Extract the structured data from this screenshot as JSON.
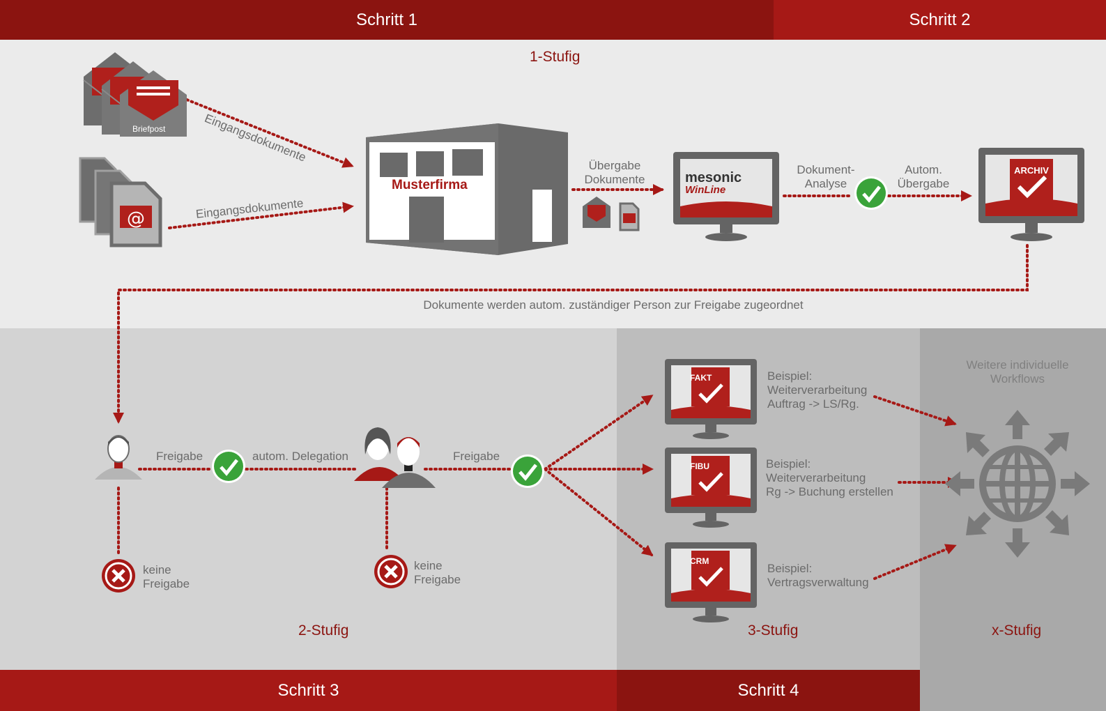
{
  "header": {
    "step1": "Schritt 1",
    "step2": "Schritt 2"
  },
  "footer": {
    "step3": "Schritt 3",
    "step4": "Schritt 4"
  },
  "stages": {
    "s1": "1-Stufig",
    "s2": "2-Stufig",
    "s3": "3-Stufig",
    "sx": "x-Stufig"
  },
  "top": {
    "briefpost": "Briefpost",
    "eingang1": "Eingangsdokumente",
    "eingang2": "Eingangsdokumente",
    "company": "Musterfirma",
    "uebergabe_l1": "Übergabe",
    "uebergabe_l2": "Dokumente",
    "mesonic": "mesonic",
    "winline": "WinLine",
    "analyse_l1": "Dokument-",
    "analyse_l2": "Analyse",
    "autom_l1": "Autom.",
    "autom_l2": "Übergabe",
    "archiv": "ARCHIV",
    "assign_text": "Dokumente werden autom. zuständiger Person zur Freigabe zugeordnet"
  },
  "flow": {
    "freigabe1": "Freigabe",
    "delegation": "autom. Delegation",
    "freigabe2": "Freigabe",
    "keine1_l1": "keine",
    "keine1_l2": "Freigabe",
    "keine2_l1": "keine",
    "keine2_l2": "Freigabe"
  },
  "targets": [
    {
      "badge": "FAKT",
      "l1": "Beispiel:",
      "l2": "Weiterverarbeitung",
      "l3": "Auftrag -> LS/Rg."
    },
    {
      "badge": "FIBU",
      "l1": "Beispiel:",
      "l2": "Weiterverarbeitung",
      "l3": "Rg -> Buchung erstellen"
    },
    {
      "badge": "CRM",
      "l1": "Beispiel:",
      "l2": "Vertragsverwaltung",
      "l3": ""
    }
  ],
  "further": {
    "l1": "Weitere individuelle",
    "l2": "Workflows"
  },
  "colors": {
    "dark_red": "#8b1410",
    "red": "#a61916",
    "green": "#3aa33a",
    "gray_icon": "#6d6d6d"
  }
}
